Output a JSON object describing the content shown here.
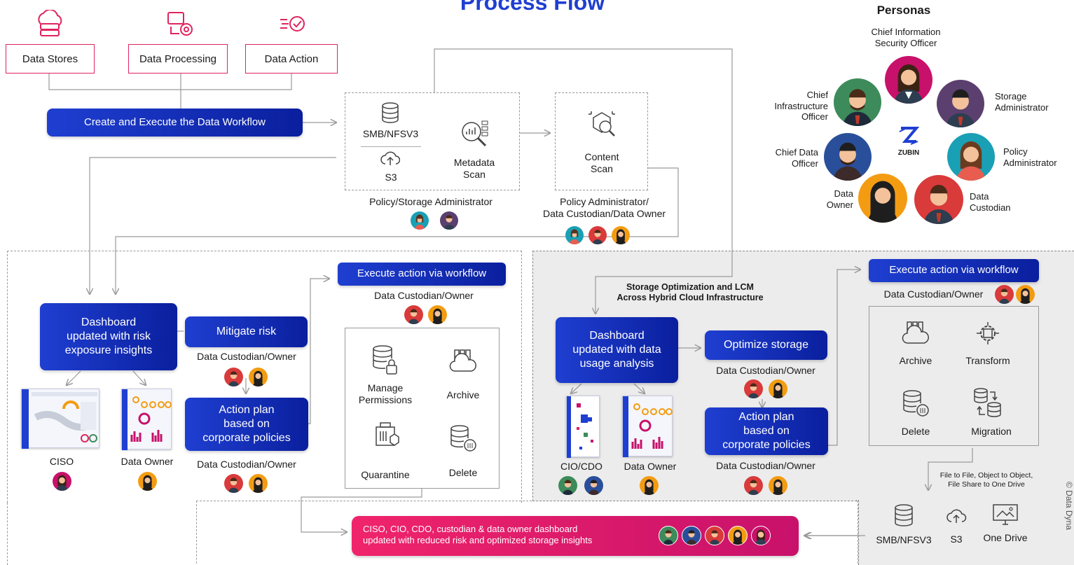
{
  "title": "Process Flow",
  "sources": {
    "stores": "Data Stores",
    "processing": "Data Processing",
    "action": "Data Action"
  },
  "workflow_button": "Create and Execute the Data Workflow",
  "metadata": {
    "protocol": "SMB/NFSV3",
    "s3": "S3",
    "scan": "Metadata\nScan",
    "role": "Policy/Storage Administrator"
  },
  "content": {
    "scan": "Content\nScan",
    "role": "Policy Administrator/\nData Custodian/Data Owner"
  },
  "personas": {
    "heading": "Personas",
    "ciso": "Chief Information\nSecurity Officer",
    "cio": "Chief\nInfrastructure\nOfficer",
    "storage_admin": "Storage\nAdministrator",
    "cdo": "Chief Data\nOfficer",
    "policy_admin": "Policy\nAdministrator",
    "data_owner": "Data\nOwner",
    "data_custodian": "Data\nCustodian",
    "logo_text": "ZUBIN"
  },
  "left": {
    "dashboard": "Dashboard\nupdated with risk\nexposure insights",
    "mitigate": "Mitigate risk",
    "mitigate_role": "Data Custodian/Owner",
    "action_plan": "Action plan\nbased on\ncorporate policies",
    "action_plan_role": "Data Custodian/Owner",
    "execute": "Execute action via workflow",
    "execute_role": "Data Custodian/Owner",
    "ciso_label": "CISO",
    "owner_label": "Data Owner",
    "actions": {
      "manage": "Manage\nPermissions",
      "archive": "Archive",
      "quarantine": "Quarantine",
      "delete": "Delete"
    }
  },
  "right": {
    "heading": "Storage Optimization and LCM\nAcross Hybrid Cloud Infrastructure",
    "dashboard": "Dashboard\nupdated with data\nusage analysis",
    "optimize": "Optimize storage",
    "optimize_role": "Data Custodian/Owner",
    "action_plan": "Action plan\nbased on\ncorporate policies",
    "action_plan_role": "Data Custodian/Owner",
    "execute": "Execute action via workflow",
    "execute_role": "Data Custodian/Owner",
    "cio_label": "CIO/CDO",
    "owner_label": "Data Owner",
    "actions": {
      "archive": "Archive",
      "transform": "Transform",
      "delete": "Delete",
      "migration": "Migration"
    },
    "migration_note": "File to File, Object to Object,\nFile Share to One Drive",
    "targets": {
      "smb": "SMB/NFSV3",
      "s3": "S3",
      "onedrive": "One Drive"
    }
  },
  "final_banner": "CISO, CIO, CDO, custodian & data owner dashboard\nupdated with reduced risk and optimized storage insights",
  "copyright": "© Data Dyna",
  "colors": {
    "accent_pink": "#e0245e",
    "blue_dark": "#0a1f9e",
    "blue_light": "#1f3fd1",
    "persona_green": "#3d8b5a",
    "persona_magenta": "#c8116b",
    "persona_purple": "#5b3f6e",
    "persona_blue": "#2a4f9a",
    "persona_teal": "#1aa0b4",
    "persona_orange": "#f39c12",
    "persona_red": "#d93a3a"
  }
}
